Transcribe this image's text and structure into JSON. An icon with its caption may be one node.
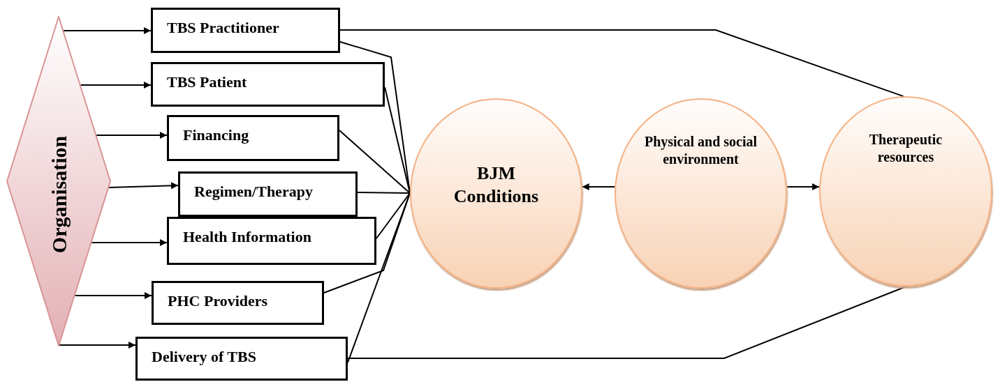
{
  "diagram": {
    "nodes": [
      {
        "text": [
          "Organisation"
        ]
      },
      {
        "text": [
          "TBS Practitioner"
        ]
      },
      {
        "text": [
          "TBS Patient"
        ]
      },
      {
        "text": [
          "Financing"
        ]
      },
      {
        "text": [
          "Regimen/Therapy"
        ]
      },
      {
        "text": [
          "Health Information"
        ]
      },
      {
        "text": [
          "PHC Providers"
        ]
      },
      {
        "text": [
          "Delivery of TBS"
        ]
      },
      {
        "text": [
          "BJM Conditions"
        ]
      },
      {
        "text": [
          "Physical and social environment"
        ]
      },
      {
        "text": [
          "Therapeutic resources"
        ]
      }
    ],
    "edges": [
      {
        "from": 0,
        "to": 1,
        "arrow": "to"
      },
      {
        "from": 0,
        "to": 2,
        "arrow": "to"
      },
      {
        "from": 0,
        "to": 3,
        "arrow": "to"
      },
      {
        "from": 0,
        "to": 4,
        "arrow": "to"
      },
      {
        "from": 0,
        "to": 5,
        "arrow": "to"
      },
      {
        "from": 0,
        "to": 6,
        "arrow": "to"
      },
      {
        "from": 0,
        "to": 7,
        "arrow": "to"
      },
      {
        "from": 1,
        "to": 8,
        "arrow": "none"
      },
      {
        "from": 2,
        "to": 8,
        "arrow": "none"
      },
      {
        "from": 3,
        "to": 8,
        "arrow": "none"
      },
      {
        "from": 4,
        "to": 8,
        "arrow": "none"
      },
      {
        "from": 5,
        "to": 8,
        "arrow": "none"
      },
      {
        "from": 6,
        "to": 8,
        "arrow": "none"
      },
      {
        "from": 7,
        "to": 8,
        "arrow": "none"
      },
      {
        "from": 9,
        "to": 8,
        "arrow": "to"
      },
      {
        "from": 9,
        "to": 10,
        "arrow": "to"
      },
      {
        "from": 1,
        "to": 10,
        "arrow": "none"
      },
      {
        "from": 7,
        "to": 10,
        "arrow": "none"
      }
    ]
  }
}
